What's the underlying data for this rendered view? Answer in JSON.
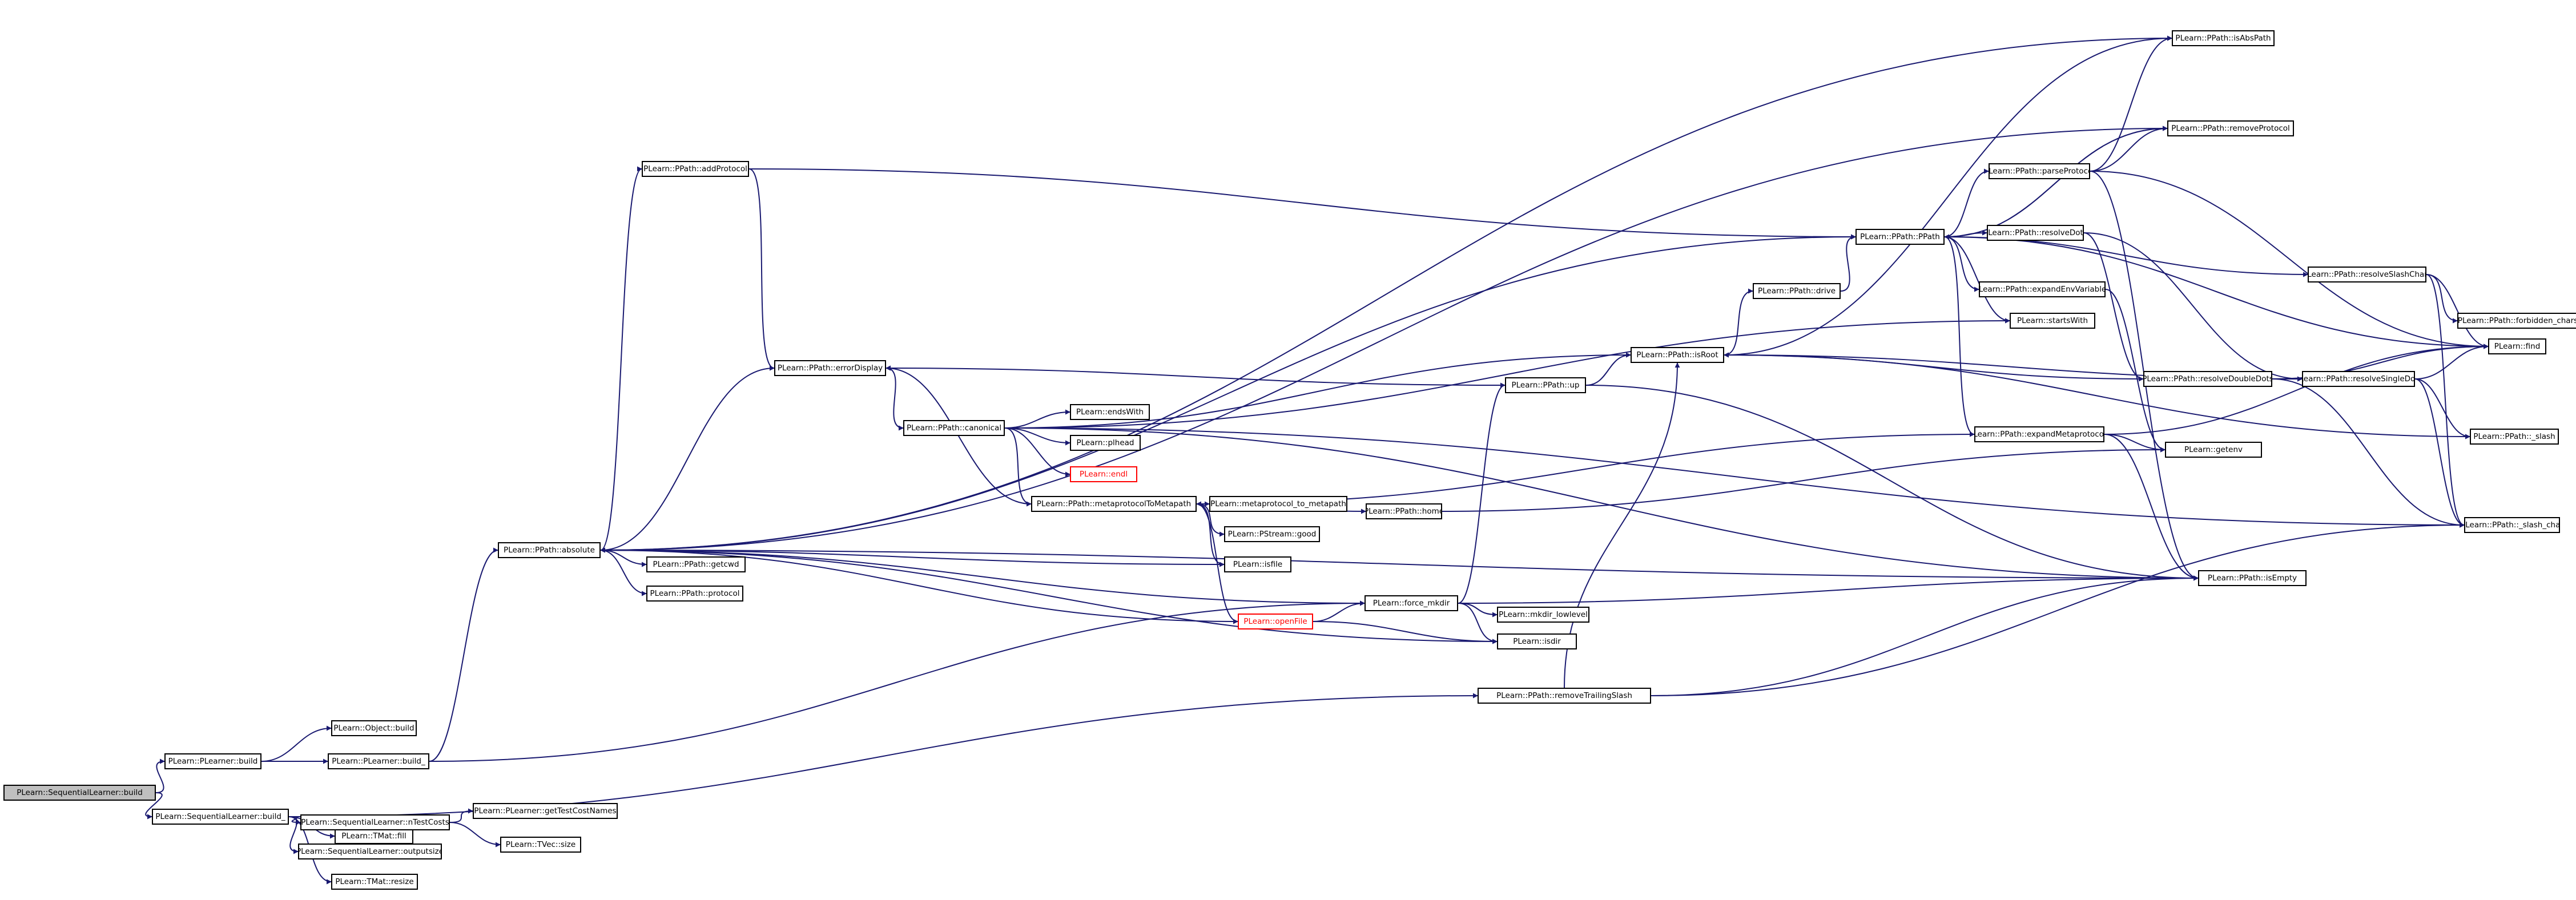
{
  "graph": {
    "edge_color": "#191970",
    "root_fill": "#bfbfbf",
    "truncated_color": "#ff0000",
    "nodes": [
      {
        "id": "n1",
        "label": "PLearn::SequentialLearner::build",
        "root": true
      },
      {
        "id": "n2",
        "label": "PLearn::PLearner::build"
      },
      {
        "id": "n3",
        "label": "PLearn::SequentialLearner::build_"
      },
      {
        "id": "n4",
        "label": "PLearn::Object::build"
      },
      {
        "id": "n5",
        "label": "PLearn::PLearner::build_"
      },
      {
        "id": "n6",
        "label": "PLearn::PPath::absolute"
      },
      {
        "id": "n7",
        "label": "PLearn::PPath::addProtocol"
      },
      {
        "id": "n8",
        "label": "PLearn::PPath::errorDisplay"
      },
      {
        "id": "n9",
        "label": "PLearn::PPath::canonical"
      },
      {
        "id": "n10",
        "label": "PLearn::endsWith"
      },
      {
        "id": "n11",
        "label": "PLearn::plhead"
      },
      {
        "id": "n12",
        "label": "PLearn::endl",
        "truncated": true
      },
      {
        "id": "n13",
        "label": "PLearn::PPath::metaprotocolToMetapath"
      },
      {
        "id": "n14",
        "label": "PLearn::metaprotocol_to_metapath"
      },
      {
        "id": "n15",
        "label": "PLearn::PStream::good"
      },
      {
        "id": "n16",
        "label": "PLearn::isfile"
      },
      {
        "id": "n17",
        "label": "PLearn::PPath::home"
      },
      {
        "id": "n18",
        "label": "PLearn::PPath::getcwd"
      },
      {
        "id": "n19",
        "label": "PLearn::PPath::protocol"
      },
      {
        "id": "n20",
        "label": "PLearn::openFile",
        "truncated": true
      },
      {
        "id": "n21",
        "label": "PLearn::force_mkdir"
      },
      {
        "id": "n22",
        "label": "PLearn::mkdir_lowlevel"
      },
      {
        "id": "n23",
        "label": "PLearn::isdir"
      },
      {
        "id": "n24",
        "label": "PLearn::PPath::up"
      },
      {
        "id": "n25",
        "label": "PLearn::PPath::isRoot"
      },
      {
        "id": "n26",
        "label": "PLearn::PPath::drive"
      },
      {
        "id": "n27",
        "label": "PLearn::PPath::removeTrailingSlash"
      },
      {
        "id": "n28",
        "label": "PLearn::PPath::PPath"
      },
      {
        "id": "n29",
        "label": "PLearn::PPath::expandEnvVariables"
      },
      {
        "id": "n30",
        "label": "PLearn::startsWith"
      },
      {
        "id": "n31",
        "label": "PLearn::PPath::resolveDots"
      },
      {
        "id": "n32",
        "label": "PLearn::PPath::parseProtocol"
      },
      {
        "id": "n33",
        "label": "PLearn::PPath::expandMetaprotocols"
      },
      {
        "id": "n34",
        "label": "PLearn::PPath::isAbsPath"
      },
      {
        "id": "n35",
        "label": "PLearn::PPath::removeProtocol"
      },
      {
        "id": "n36",
        "label": "PLearn::PPath::resolveDoubleDots"
      },
      {
        "id": "n37",
        "label": "PLearn::PPath::resolveSingleDots"
      },
      {
        "id": "n38",
        "label": "PLearn::PPath::resolveSlashChars"
      },
      {
        "id": "n39",
        "label": "PLearn::PPath::forbidden_chars"
      },
      {
        "id": "n40",
        "label": "PLearn::find"
      },
      {
        "id": "n41",
        "label": "PLearn::PPath::_slash"
      },
      {
        "id": "n42",
        "label": "PLearn::PPath::_slash_char"
      },
      {
        "id": "n43",
        "label": "PLearn::getenv"
      },
      {
        "id": "n44",
        "label": "PLearn::PPath::isEmpty"
      },
      {
        "id": "n45",
        "label": "PLearn::TMat::fill"
      },
      {
        "id": "n46",
        "label": "PLearn::SequentialLearner::nTestCosts"
      },
      {
        "id": "n47",
        "label": "PLearn::PLearner::getTestCostNames"
      },
      {
        "id": "n48",
        "label": "PLearn::TVec::size"
      },
      {
        "id": "n49",
        "label": "PLearn::SequentialLearner::outputsize"
      },
      {
        "id": "n50",
        "label": "PLearn::TMat::resize"
      }
    ],
    "edges": [
      [
        "n1",
        "n2"
      ],
      [
        "n1",
        "n3"
      ],
      [
        "n2",
        "n4"
      ],
      [
        "n2",
        "n5"
      ],
      [
        "n5",
        "n6"
      ],
      [
        "n5",
        "n21"
      ],
      [
        "n3",
        "n45"
      ],
      [
        "n3",
        "n46"
      ],
      [
        "n3",
        "n49"
      ],
      [
        "n3",
        "n50"
      ],
      [
        "n3",
        "n27"
      ],
      [
        "n46",
        "n47"
      ],
      [
        "n46",
        "n48"
      ],
      [
        "n6",
        "n7"
      ],
      [
        "n6",
        "n8"
      ],
      [
        "n6",
        "n28"
      ],
      [
        "n6",
        "n34"
      ],
      [
        "n6",
        "n35"
      ],
      [
        "n6",
        "n18"
      ],
      [
        "n6",
        "n19"
      ],
      [
        "n6",
        "n44"
      ],
      [
        "n7",
        "n8"
      ],
      [
        "n7",
        "n28"
      ],
      [
        "n8",
        "n9"
      ],
      [
        "n9",
        "n10"
      ],
      [
        "n9",
        "n11"
      ],
      [
        "n9",
        "n12"
      ],
      [
        "n9",
        "n13"
      ],
      [
        "n9",
        "n30"
      ],
      [
        "n9",
        "n25"
      ],
      [
        "n9",
        "n42"
      ],
      [
        "n9",
        "n44"
      ],
      [
        "n13",
        "n14"
      ],
      [
        "n13",
        "n15"
      ],
      [
        "n13",
        "n16"
      ],
      [
        "n13",
        "n17"
      ],
      [
        "n13",
        "n20"
      ],
      [
        "n13",
        "n8"
      ],
      [
        "n17",
        "n43"
      ],
      [
        "n20",
        "n6"
      ],
      [
        "n20",
        "n21"
      ],
      [
        "n20",
        "n23"
      ],
      [
        "n21",
        "n22"
      ],
      [
        "n21",
        "n23"
      ],
      [
        "n21",
        "n24"
      ],
      [
        "n21",
        "n44"
      ],
      [
        "n21",
        "n6"
      ],
      [
        "n23",
        "n6"
      ],
      [
        "n24",
        "n8"
      ],
      [
        "n24",
        "n25"
      ],
      [
        "n24",
        "n44"
      ],
      [
        "n16",
        "n6"
      ],
      [
        "n25",
        "n26"
      ],
      [
        "n25",
        "n34"
      ],
      [
        "n25",
        "n41"
      ],
      [
        "n26",
        "n28"
      ],
      [
        "n27",
        "n25"
      ],
      [
        "n27",
        "n44"
      ],
      [
        "n27",
        "n42"
      ],
      [
        "n28",
        "n29"
      ],
      [
        "n28",
        "n30"
      ],
      [
        "n28",
        "n31"
      ],
      [
        "n28",
        "n32"
      ],
      [
        "n28",
        "n33"
      ],
      [
        "n28",
        "n35"
      ],
      [
        "n28",
        "n38"
      ],
      [
        "n28",
        "n40"
      ],
      [
        "n32",
        "n34"
      ],
      [
        "n32",
        "n35"
      ],
      [
        "n32",
        "n40"
      ],
      [
        "n32",
        "n44"
      ],
      [
        "n35",
        "n28"
      ],
      [
        "n31",
        "n36"
      ],
      [
        "n31",
        "n37"
      ],
      [
        "n36",
        "n37"
      ],
      [
        "n36",
        "n25"
      ],
      [
        "n36",
        "n40"
      ],
      [
        "n36",
        "n42"
      ],
      [
        "n37",
        "n25"
      ],
      [
        "n37",
        "n40"
      ],
      [
        "n37",
        "n41"
      ],
      [
        "n37",
        "n42"
      ],
      [
        "n38",
        "n39"
      ],
      [
        "n38",
        "n40"
      ],
      [
        "n38",
        "n42"
      ],
      [
        "n33",
        "n13"
      ],
      [
        "n33",
        "n43"
      ],
      [
        "n33",
        "n44"
      ],
      [
        "n33",
        "n40"
      ],
      [
        "n29",
        "n43"
      ]
    ]
  }
}
